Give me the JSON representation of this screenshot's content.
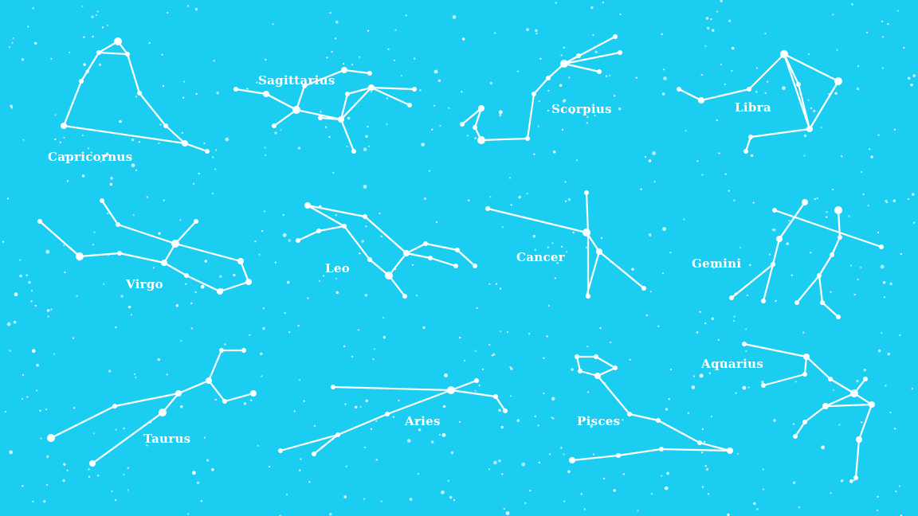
{
  "colors": {
    "background": "#1ccdf2",
    "lines": "#ffffff",
    "stars": "#ffffff"
  },
  "constellations": [
    {
      "key": "capricornus",
      "name": "Capricornus"
    },
    {
      "key": "sagittarius",
      "name": "Sagittarius"
    },
    {
      "key": "scorpius",
      "name": "Scorpius"
    },
    {
      "key": "libra",
      "name": "Libra"
    },
    {
      "key": "virgo",
      "name": "Virgo"
    },
    {
      "key": "leo",
      "name": "Leo"
    },
    {
      "key": "cancer",
      "name": "Cancer"
    },
    {
      "key": "gemini",
      "name": "Gemini"
    },
    {
      "key": "taurus",
      "name": "Taurus"
    },
    {
      "key": "aries",
      "name": "Aries"
    },
    {
      "key": "pisces",
      "name": "Pisces"
    },
    {
      "key": "aquarius",
      "name": "Aquarius"
    }
  ]
}
